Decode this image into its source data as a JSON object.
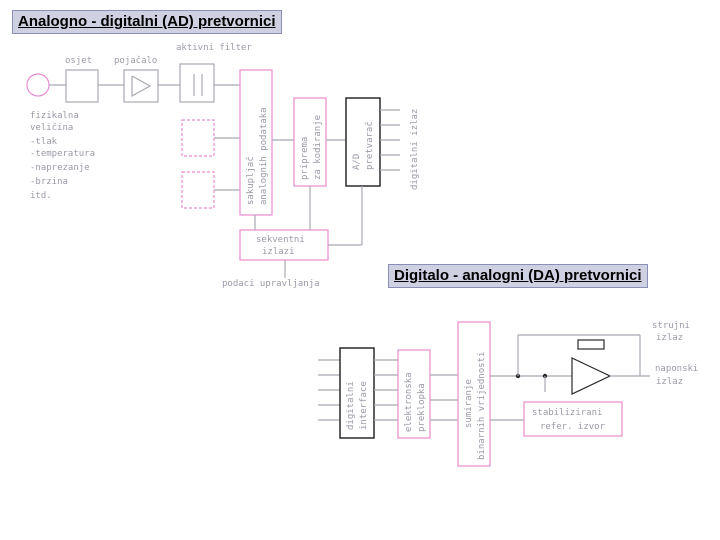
{
  "titles": {
    "ad": "Analogno - digitalni (AD) pretvornici",
    "da": "Digitalo - analogni (DA) pretvornici"
  },
  "ad_diagram": {
    "sensor_label": "osjet",
    "amp_label": "pojačalo",
    "filter_label": "aktivni filter",
    "input_lines": [
      "fizikalna",
      "veličina",
      "-tlak",
      "-temperatura",
      "-naprezanje",
      "-brzina",
      "itd."
    ],
    "mux_label": [
      "sakupljač",
      "analognih podataka"
    ],
    "prep_label": [
      "priprema",
      "za kodiranje"
    ],
    "adc_label": [
      "A/D",
      "pretvarač"
    ],
    "digital_out_label": "digitalni izlaz",
    "sequencer_label": [
      "sekventni",
      "izlazi"
    ],
    "control_label": "podaci upravljanja"
  },
  "da_diagram": {
    "interface_label": [
      "digitalni",
      "interface"
    ],
    "switch_label": [
      "elektronska",
      "preklopka"
    ],
    "sum_label": [
      "sumiranje",
      "binarnih vrijednosti"
    ],
    "ref_label": [
      "stabilizirani",
      "refer. izvor"
    ],
    "out1_label": [
      "strujni",
      "izlaz"
    ],
    "out2_label": [
      "naponski",
      "izlaz"
    ]
  },
  "colors": {
    "pink": "#ea8ccf",
    "dark": "#2a2a2a",
    "gray": "#a8a8b4",
    "title_bg": "#cfd1e3"
  }
}
